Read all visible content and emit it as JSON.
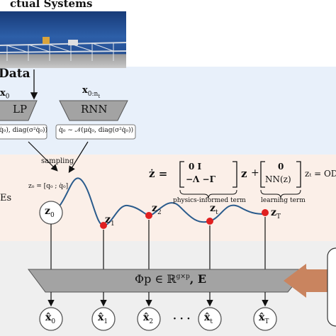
{
  "top": {
    "title": "ctual Systems"
  },
  "data_panel": {
    "title": "Data",
    "x0": "x",
    "x0_sub": "0",
    "x0nt": "x",
    "x0nt_sub": "0:n",
    "x0nt_subsub": "t",
    "mlp_label": "LP",
    "rnn_label": "RNN",
    "dist_left": "q̇₀), diag(σ²q̇₀))",
    "dist_right": "q̇₀ ∼ 𝒩(μq̇₀, diag(σ²q̇₀))"
  },
  "ode_panel": {
    "side_label": "Es",
    "sampling": "sampling",
    "z0_eq": "z₀ = [q₀ ; q̇₀]",
    "zdot": "ż =",
    "mat_r1": "0     I",
    "mat_r2": "−Λ   −Γ",
    "z_after": "z",
    "plus": "+",
    "nn_r1": "0",
    "nn_r2": "NN(z)",
    "physics_label": "physics-informed term",
    "learning_label": "learning term",
    "zt_ode": "zₜ = ODES",
    "nodes": [
      "z0",
      "z1",
      "z2",
      "zt",
      "zT"
    ],
    "node_labels": [
      "z",
      "z",
      "z",
      "z",
      "z"
    ],
    "node_subs": [
      "0",
      "1",
      "2",
      "t",
      "T"
    ]
  },
  "decoder": {
    "phi": "Φp ∈ ℝ",
    "phi_sup": "g×p",
    "E": ",   E",
    "outputs": [
      "x̂",
      "x̂",
      "x̂",
      "x̂",
      "x̂"
    ],
    "output_subs": [
      "0",
      "1",
      "2",
      "t",
      "T"
    ],
    "dots": "· · ·"
  },
  "colors": {
    "curve": "#2a5b8c",
    "node_red": "#e02020",
    "arrow_orange": "#c9845f"
  }
}
